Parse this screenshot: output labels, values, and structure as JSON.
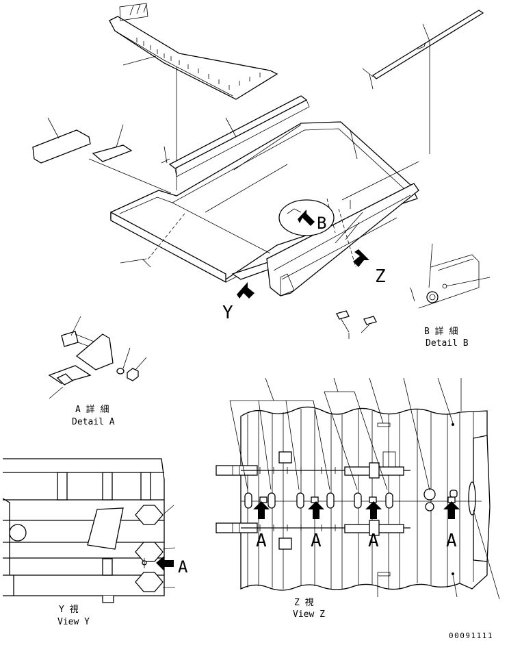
{
  "labels": {
    "detail_a_jp": "A 詳 細",
    "detail_a_en": "Detail A",
    "detail_b_jp": "B 詳 細",
    "detail_b_en": "Detail B",
    "view_y_jp": "Y 視",
    "view_y_en": "View Y",
    "view_z_jp": "Z 視",
    "view_z_en": "View Z",
    "callout_b": "B",
    "callout_y": "Y",
    "callout_z": "Z",
    "callout_a": "A",
    "marker_a": "A",
    "drawing_number": "00091111"
  }
}
